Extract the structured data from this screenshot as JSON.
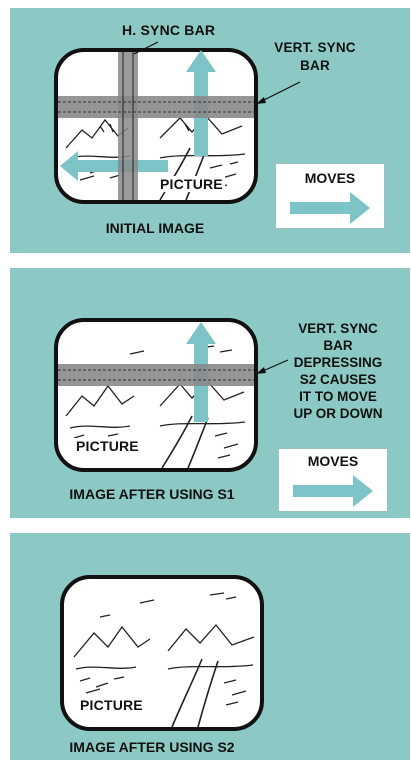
{
  "panel1": {
    "hsync_label": "H. SYNC BAR",
    "vsync_label_line1": "VERT. SYNC",
    "vsync_label_line2": "BAR",
    "picture_label": "PICTURE",
    "moves_label": "MOVES",
    "caption": "INITIAL  IMAGE"
  },
  "panel2": {
    "annotation_lines": [
      "VERT. SYNC",
      "BAR",
      "DEPRESSING",
      "S2 CAUSES",
      "IT TO MOVE",
      "UP OR DOWN"
    ],
    "picture_label": "PICTURE",
    "moves_label": "MOVES",
    "caption": "IMAGE AFTER USING S1"
  },
  "panel3": {
    "picture_label": "PICTURE",
    "caption": "IMAGE AFTER USING S2"
  },
  "colors": {
    "panel_bg": "#8cc9c4",
    "arrow": "#7cc4c7",
    "sync_bar": "#8a8a8a",
    "screen": "#ffffff"
  }
}
